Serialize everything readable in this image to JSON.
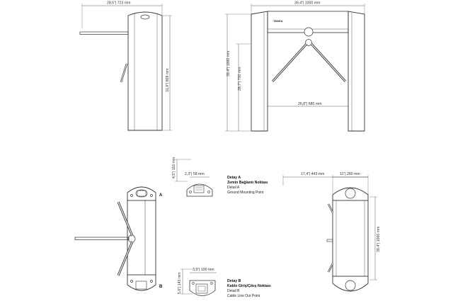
{
  "side_view": {
    "width_dim": "28,5\"| 723 mm",
    "height_dim": "31,9\"| 809 mm"
  },
  "front_view": {
    "width_dim": "39,4\"| 1000 mm",
    "height_dim": "39,4\"| 1000 mm",
    "arm_height_dim": "28,7\"| 730 mm",
    "passage_dim": "26,8\"| 680 mm",
    "brand": "TANSA"
  },
  "detail_a": {
    "height_dim": "4,5\"| 116 mm",
    "width_dim": "2,3\"| 58 mm",
    "title_tr": "Detay A",
    "subtitle_tr": "Zemin Bağlantı Noktası",
    "title_en": "Detail A",
    "subtitle_en": "Ground Mounting Point"
  },
  "detail_b": {
    "height_dim": "5,6\"| 143 mm",
    "width_dim": "3,9\"| 100 mm",
    "title_tr": "Detay B",
    "subtitle_tr": "Kablo Giriş/Çıkış Noktası",
    "title_en": "Detail B",
    "subtitle_en": "Cable Line Out Point"
  },
  "top_view": {
    "label_a": "A",
    "label_b": "B"
  },
  "right_top_view": {
    "width_dim": "17,4\"| 443 mm",
    "inner_dim": "11\"| 280 mm",
    "height_dim": "39,4\"| 1000 mm"
  }
}
